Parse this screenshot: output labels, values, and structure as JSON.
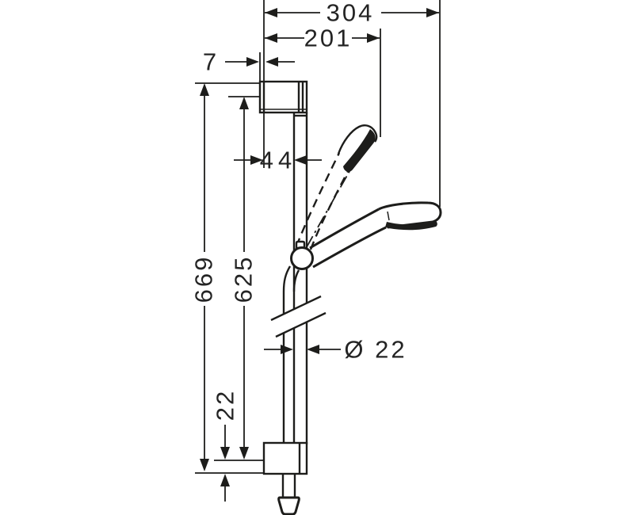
{
  "drawing": {
    "dims": {
      "d304": "304",
      "d201": "201",
      "d7": "7",
      "d44": "44",
      "d669": "669",
      "d625": "625",
      "dDia22": "Ø 22",
      "d22": "22"
    },
    "colors": {
      "ink": "#1d1d1b",
      "background": "#ffffff"
    }
  }
}
